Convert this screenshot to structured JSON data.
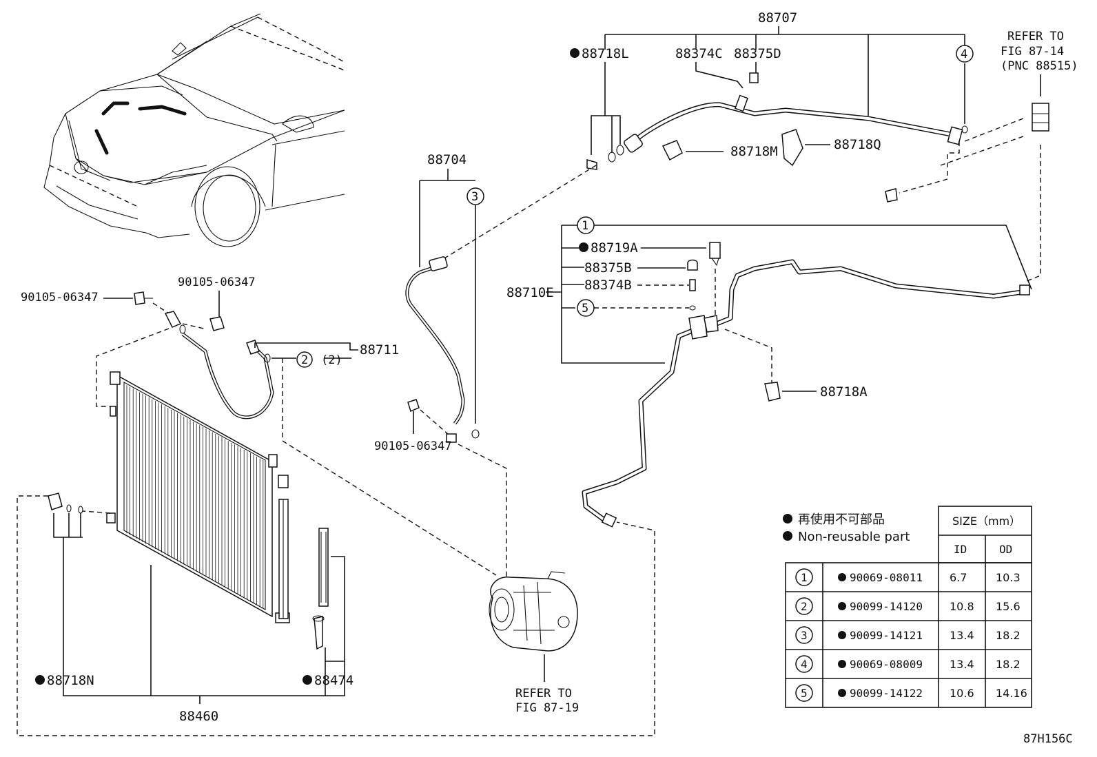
{
  "diagram_code": "87H156C",
  "parts": {
    "p88707": "88707",
    "p88718L": "88718L",
    "p88374C": "88374C",
    "p88375D": "88375D",
    "p88718M": "88718M",
    "p88718Q": "88718Q",
    "p88704": "88704",
    "p88711": "88711",
    "p88719A": "88719A",
    "p88375B": "88375B",
    "p88374B": "88374B",
    "p88710E": "88710E",
    "p88718A": "88718A",
    "p88718N": "88718N",
    "p88474": "88474",
    "p88460": "88460",
    "bolt_left": "90105-06347",
    "bolt_mid": "90105-06347",
    "bolt_lower": "90105-06347"
  },
  "refs": {
    "top_right": [
      "REFER TO",
      "FIG 87-14",
      "(PNC 88515)"
    ],
    "compressor": [
      "REFER TO",
      "FIG 87-19"
    ]
  },
  "callouts": {
    "c1": "1",
    "c2": "2",
    "c2_paren": "(2)",
    "c3": "3",
    "c4": "4",
    "c5": "5"
  },
  "legend": {
    "line_jp": "再使用不可部品",
    "line_en": "Non-reusable part"
  },
  "size_table": {
    "header_size": "SIZE（mm）",
    "header_id": "ID",
    "header_od": "OD",
    "rows": [
      {
        "no": "1",
        "part": "90069-08011",
        "id": "6.7",
        "od": "10.3"
      },
      {
        "no": "2",
        "part": "90099-14120",
        "id": "10.8",
        "od": "15.6"
      },
      {
        "no": "3",
        "part": "90099-14121",
        "id": "13.4",
        "od": "18.2"
      },
      {
        "no": "4",
        "part": "90069-08009",
        "id": "13.4",
        "od": "18.2"
      },
      {
        "no": "5",
        "part": "90099-14122",
        "id": "10.6",
        "od": "14.16"
      }
    ]
  }
}
